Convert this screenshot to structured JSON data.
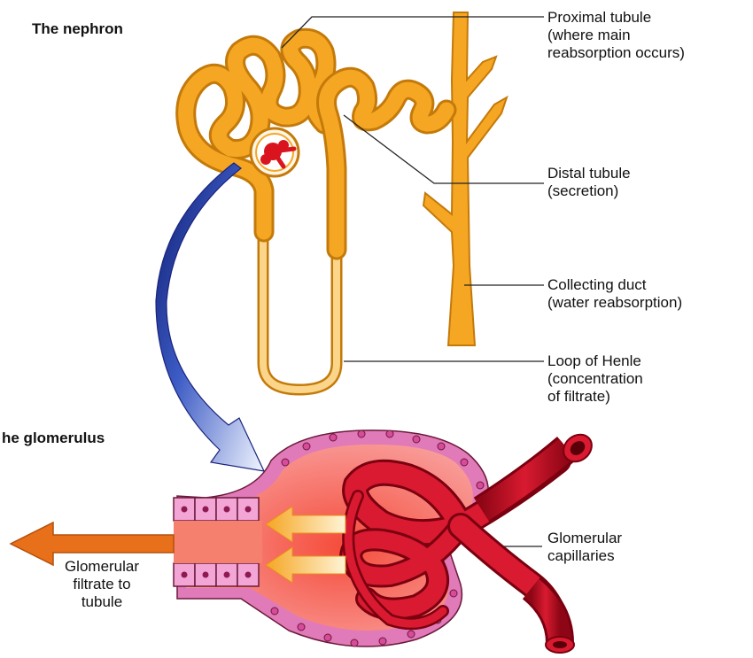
{
  "titles": {
    "nephron": "The nephron",
    "glomerulus": "he glomerulus"
  },
  "labels": {
    "proximal_tubule": "Proximal tubule\n(where main\nreabsorption occurs)",
    "distal_tubule": "Distal tubule\n(secretion)",
    "collecting_duct": "Collecting duct\n(water reabsorption)",
    "loop_of_henle": "Loop of Henle\n(concentration\nof filtrate)",
    "glomerular_capillaries": "Glomerular\ncapillaries",
    "glomerular_filtrate": "Glomerular\nfiltrate to\ntubule"
  },
  "colors": {
    "tubule": "#f5a623",
    "tubule_edge": "#c47a0a",
    "blood_vessel": "#c8102e",
    "vessel_dark": "#7a0010",
    "capsule_fill": "#f0625a",
    "capsule_cells": "#e07ab8",
    "arrow_blue": "#1a237e",
    "filtrate_arrow": "#e8701a"
  }
}
